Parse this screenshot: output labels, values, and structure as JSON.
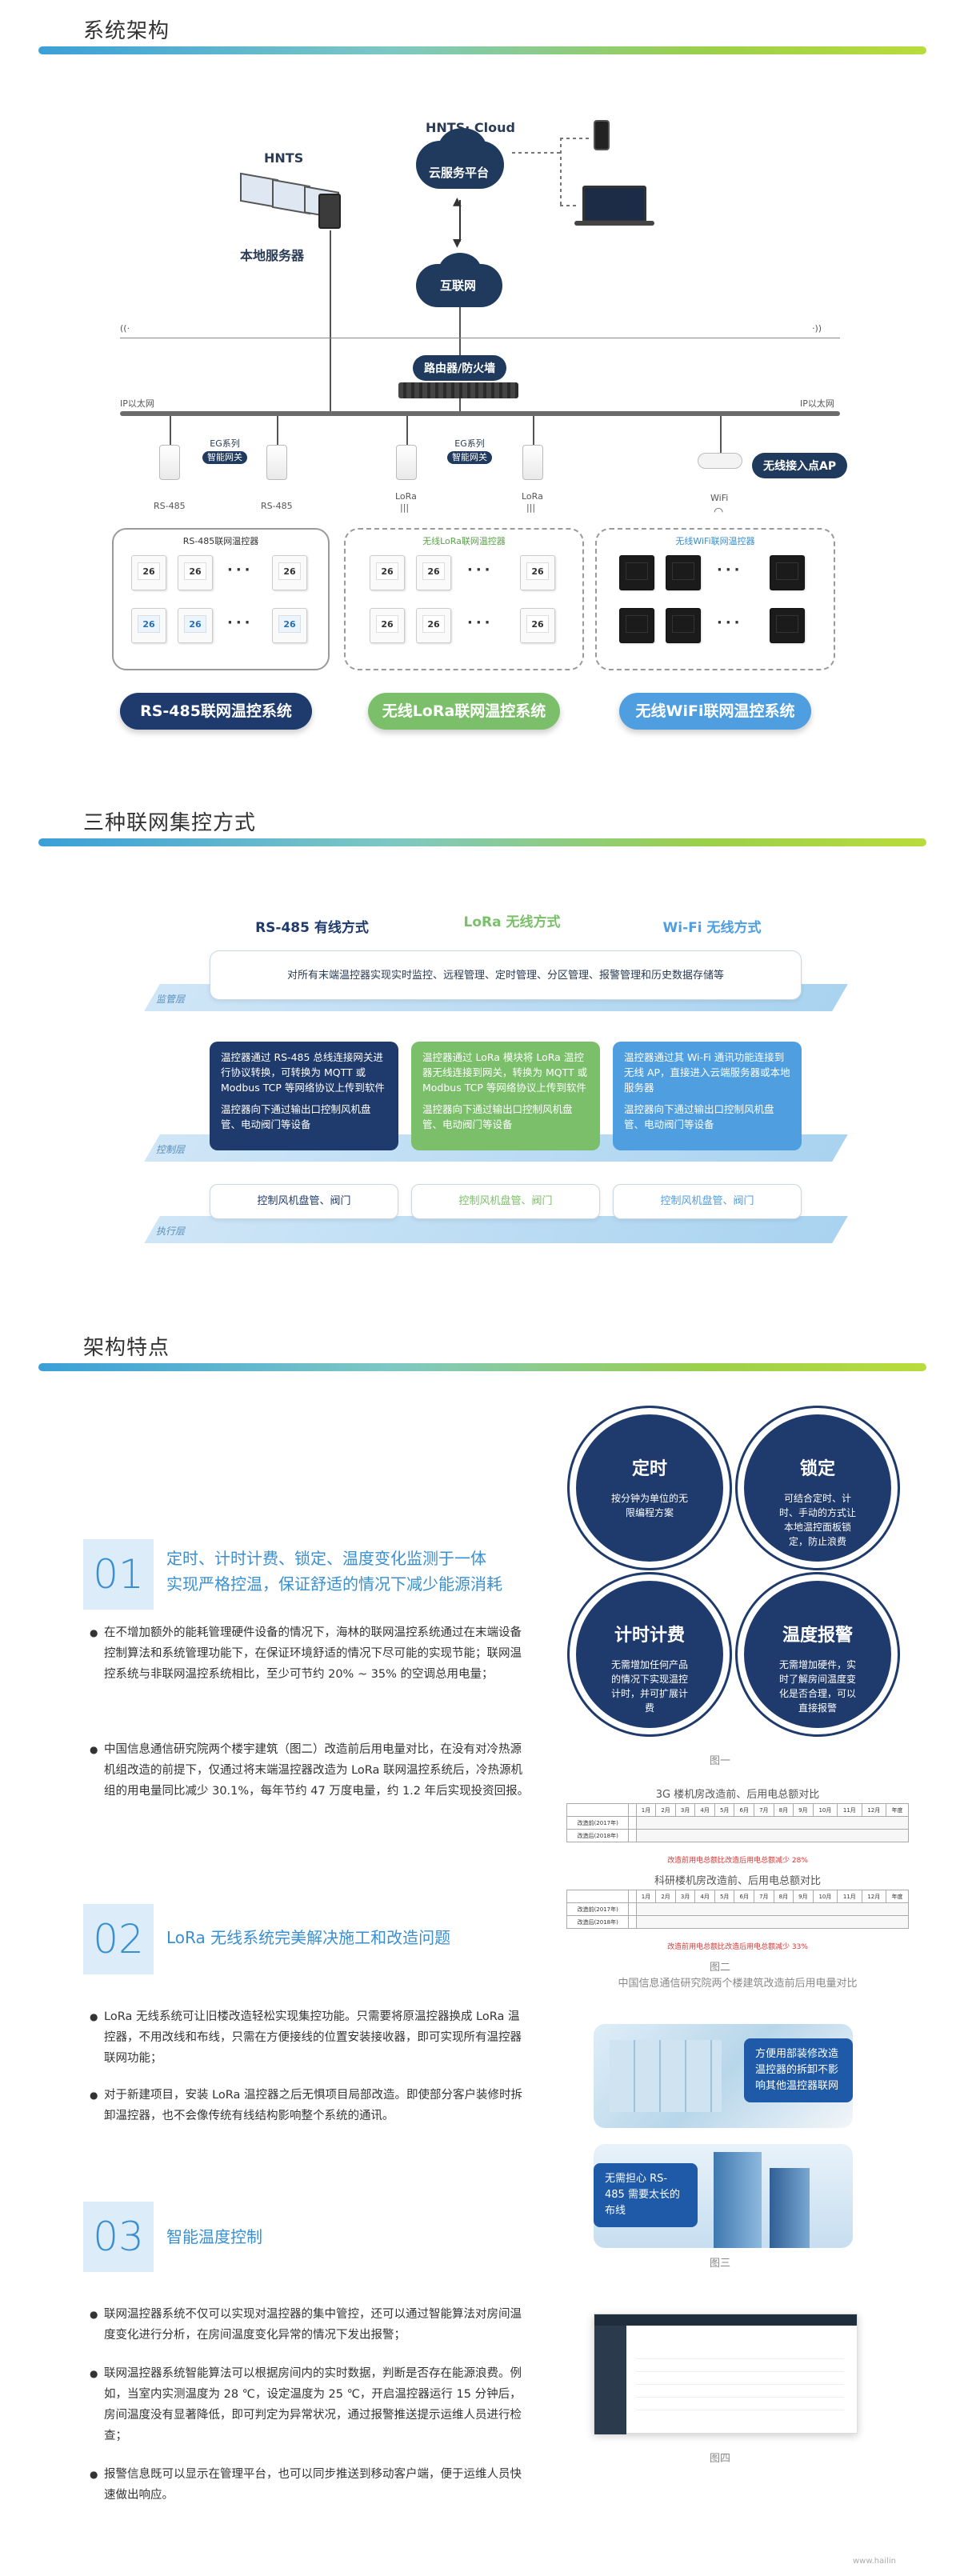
{
  "sections": {
    "arch": "系统架构",
    "methods": "三种联网集控方式",
    "features": "架构特点"
  },
  "arch": {
    "hnts_cloud": "HNTS· Cloud",
    "cloud_platform": "云服务平台",
    "hnts": "HNTS",
    "local_server": "本地服务器",
    "internet": "互联网",
    "router": "路由器/防火墙",
    "eth_left": "IP以太网",
    "eth_right": "IP以太网",
    "eg1_a": "EG系列",
    "eg1_b": "智能网关",
    "eg2_a": "EG系列",
    "eg2_b": "智能网关",
    "rs485_1": "RS-485",
    "rs485_2": "RS-485",
    "lora_1": "LoRa",
    "lora_2": "LoRa",
    "wifi": "WiFi",
    "ap": "无线接入点AP",
    "g1_title": "RS-485联网温控器",
    "g2_title": "无线LoRa联网温控器",
    "g3_title": "无线WiFi联网温控器",
    "temp": "26",
    "dots": "···",
    "sys1": "RS-485联网温控系统",
    "sys2": "无线LoRa联网温控系统",
    "sys3": "无线WiFi联网温控系统"
  },
  "methods": {
    "h1": "RS-485 有线方式",
    "h2": "LoRa 无线方式",
    "h3": "Wi-Fi 无线方式",
    "layer1": "监管层",
    "layer2": "控制层",
    "layer3": "执行层",
    "top": "对所有末端温控器实现实时监控、远程管理、定时管理、分区管理、报警管理和历史数据存储等",
    "c1_a": "温控器通过 RS-485 总线连接网关进行协议转换，可转换为 MQTT 或 Modbus TCP 等网络协议上传到软件",
    "c1_b": "温控器向下通过输出口控制风机盘管、电动阀门等设备",
    "c2_a": "温控器通过 LoRa 模块将 LoRa 温控器无线连接到网关，转换为 MQTT 或 Modbus TCP 等网络协议上传到软件",
    "c2_b": "温控器向下通过输出口控制风机盘管、电动阀门等设备",
    "c3_a": "温控器通过其 Wi-Fi 通讯功能连接到无线 AP，直接进入云端服务器或本地服务器",
    "c3_b": "温控器向下通过输出口控制风机盘管、电动阀门等设备",
    "b1": "控制风机盘管、阀门",
    "b2": "控制风机盘管、阀门",
    "b3": "控制风机盘管、阀门"
  },
  "features": {
    "n1": "01",
    "t1_a": "定时、计时计费、锁定、温度变化监测于一体",
    "t1_b": "实现严格控温，保证舒适的情况下减少能源消耗",
    "p1_1": "在不增加额外的能耗管理硬件设备的情况下，海林的联网温控系统通过在末端设备控制算法和系统管理功能下，在保证环境舒适的情况下尽可能的实现节能；联网温控系统与非联网温控系统相比，至少可节约 20% ~ 35% 的空调总用电量；",
    "p1_2": "中国信息通信研究院两个楼宇建筑（图二）改造前后用电量对比，在没有对冷热源机组改造的前提下，仅通过将末端温控器改造为 LoRa 联网温控系统后，冷热源机组的用电量同比减少 30.1%，每年节约 47 万度电量，约 1.2 年后实现投资回报。",
    "n2": "02",
    "t2": "LoRa 无线系统完美解决施工和改造问题",
    "p2_1": "LoRa 无线系统可让旧楼改造轻松实现集控功能。只需要将原温控器换成 LoRa 温控器，不用改线和布线，只需在方便接线的位置安装接收器，即可实现所有温控器联网功能；",
    "p2_2": "对于新建项目，安装 LoRa 温控器之后无惧项目局部改造。即使部分客户装修时拆卸温控器，也不会像传统有线结构影响整个系统的通讯。",
    "n3": "03",
    "t3": "智能温度控制",
    "p3_1": "联网温控器系统不仅可以实现对温控器的集中管控，还可以通过智能算法对房间温度变化进行分析，在房间温度变化异常的情况下发出报警；",
    "p3_2": "联网温控器系统智能算法可以根据房间内的实时数据，判断是否存在能源浪费。例如，当室内实测温度为 28 ℃，设定温度为 25 ℃，开启温控器运行 15 分钟后，房间温度没有显著降低，即可判定为异常状况，通过报警推送提示运维人员进行检查；",
    "p3_3": "报警信息既可以显示在管理平台，也可以同步推送到移动客户端，便于运维人员快速做出响应。",
    "circles": [
      {
        "title": "定时",
        "desc": "按分钟为单位的无限编程方案"
      },
      {
        "title": "锁定",
        "desc": "可结合定时、计时、手动的方式让本地温控面板锁定，防止浪费"
      },
      {
        "title": "计时计费",
        "desc": "无需增加任何产品的情况下实现温控计时，并可扩展计费"
      },
      {
        "title": "温度报警",
        "desc": "无需增加硬件，实时了解房间温度变化是否合理，可以直接报警"
      }
    ],
    "fig1": "图一",
    "tbl1_title": "3G 楼机房改造前、后用电总额对比",
    "tbl2_title": "科研楼机房改造前、后用电总额对比",
    "tbl1_note": "改造前用电总额比改造后用电总额减少 28%",
    "tbl2_note": "改造前用电总额比改造后用电总额减少 33%",
    "months": [
      "1月",
      "2月",
      "3月",
      "4月",
      "5月",
      "6月",
      "7月",
      "8月",
      "9月",
      "10月",
      "11月",
      "12月",
      "年度"
    ],
    "row_a": "改造前(2017年)",
    "row_b": "改造后(2018年)",
    "fig2": "图二",
    "fig2_cap": "中国信息通信研究院两个楼建筑改造前后用电量对比",
    "photo1_tag": "方便用部装修改造温控器的拆卸不影响其他温控器联网",
    "photo2_tag": "无需担心 RS-485 需要太长的布线",
    "fig3": "图三",
    "fig4": "图四",
    "url": "www.hailin"
  },
  "colors": {
    "navy": "#1f3a6c",
    "green": "#7bbf6a",
    "blue": "#4f9ee0"
  }
}
